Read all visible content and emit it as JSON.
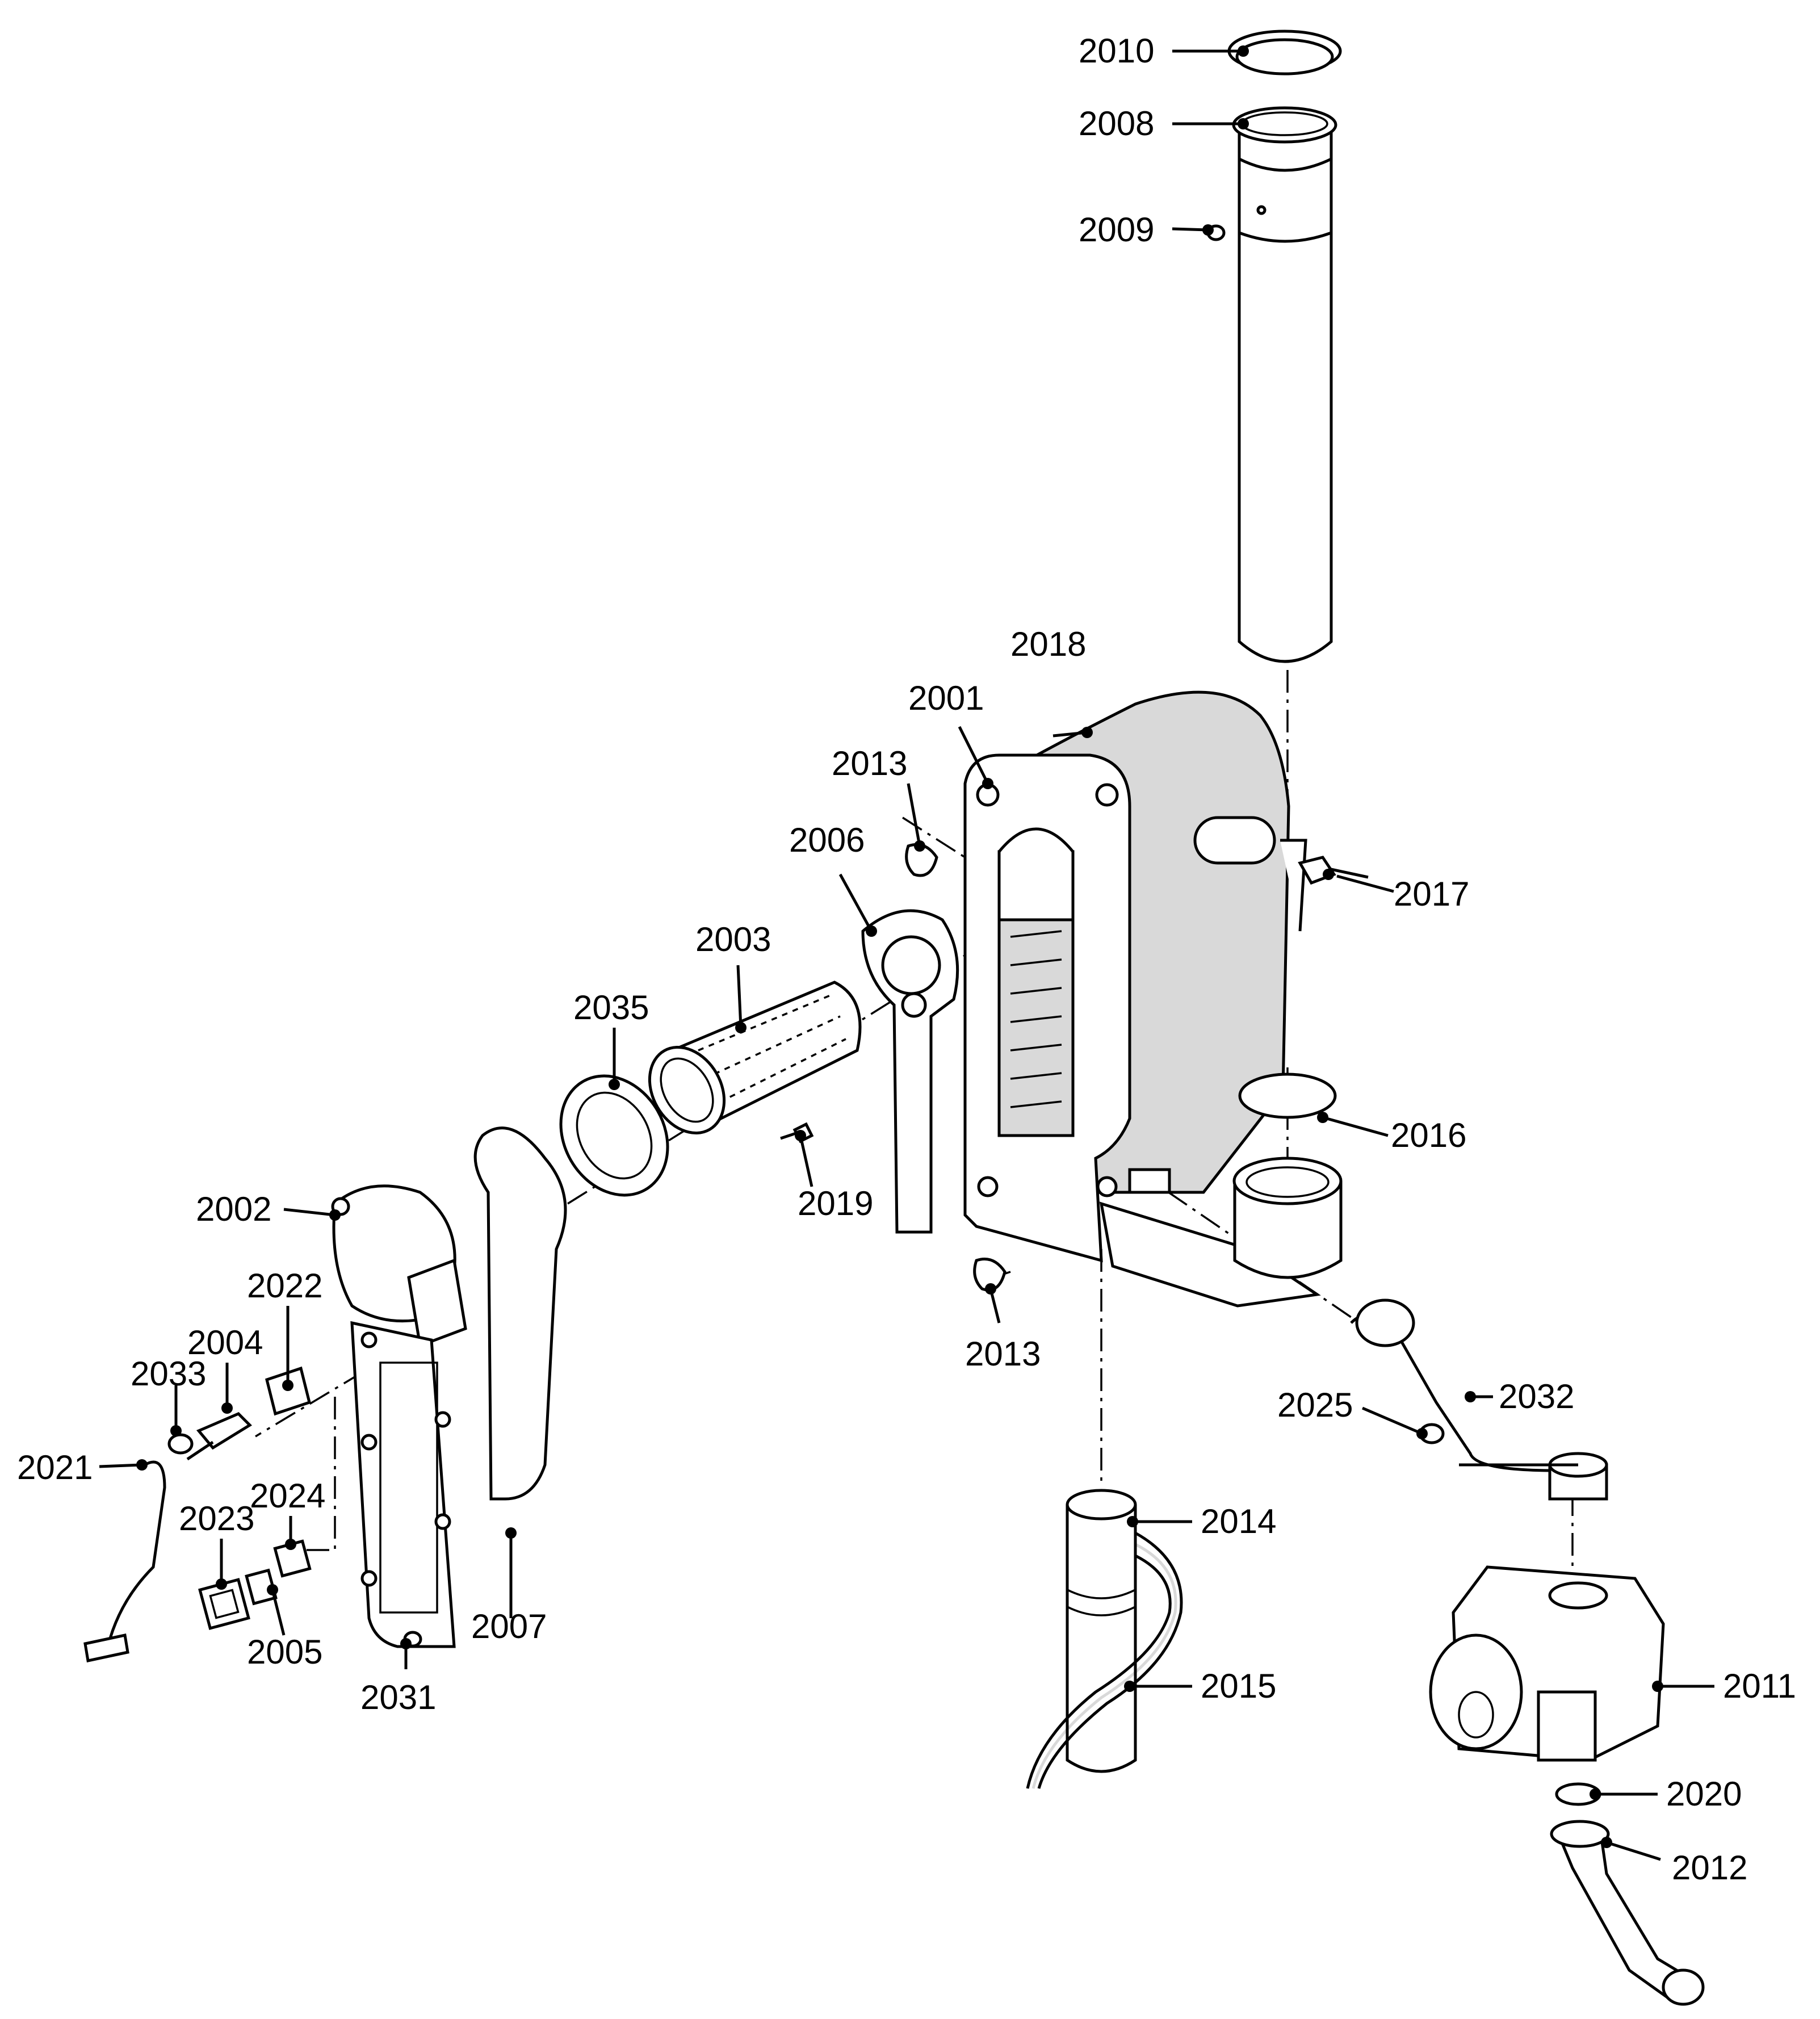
{
  "diagram": {
    "parts": [
      {
        "id": "p2010",
        "number": "2010"
      },
      {
        "id": "p2008",
        "number": "2008"
      },
      {
        "id": "p2009",
        "number": "2009"
      },
      {
        "id": "p2018",
        "number": "2018"
      },
      {
        "id": "p2001",
        "number": "2001"
      },
      {
        "id": "p2013a",
        "number": "2013"
      },
      {
        "id": "p2006",
        "number": "2006"
      },
      {
        "id": "p2017",
        "number": "2017"
      },
      {
        "id": "p2003",
        "number": "2003"
      },
      {
        "id": "p2035",
        "number": "2035"
      },
      {
        "id": "p2016",
        "number": "2016"
      },
      {
        "id": "p2019",
        "number": "2019"
      },
      {
        "id": "p2002",
        "number": "2002"
      },
      {
        "id": "p2013b",
        "number": "2013"
      },
      {
        "id": "p2022",
        "number": "2022"
      },
      {
        "id": "p2004",
        "number": "2004"
      },
      {
        "id": "p2033",
        "number": "2033"
      },
      {
        "id": "p2032",
        "number": "2032"
      },
      {
        "id": "p2025",
        "number": "2025"
      },
      {
        "id": "p2021",
        "number": "2021"
      },
      {
        "id": "p2024",
        "number": "2024"
      },
      {
        "id": "p2023",
        "number": "2023"
      },
      {
        "id": "p2014",
        "number": "2014"
      },
      {
        "id": "p2007",
        "number": "2007"
      },
      {
        "id": "p2005",
        "number": "2005"
      },
      {
        "id": "p2015",
        "number": "2015"
      },
      {
        "id": "p2011",
        "number": "2011"
      },
      {
        "id": "p2031",
        "number": "2031"
      },
      {
        "id": "p2020",
        "number": "2020"
      },
      {
        "id": "p2012",
        "number": "2012"
      }
    ]
  }
}
